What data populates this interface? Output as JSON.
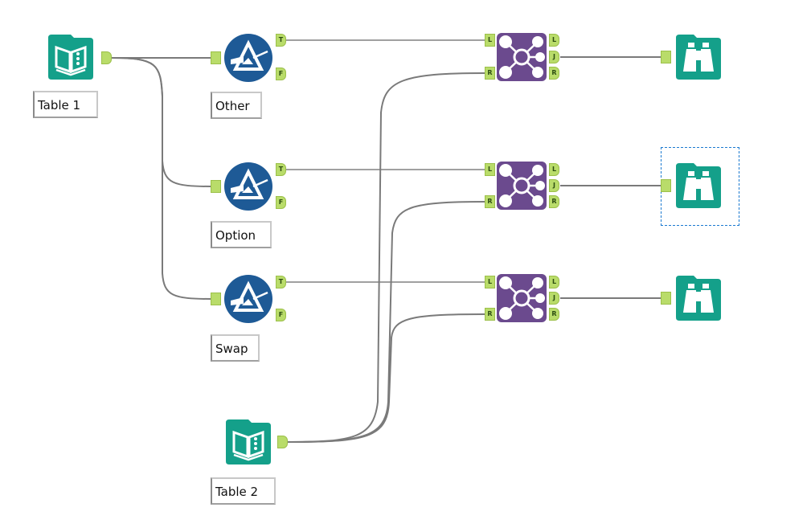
{
  "canvas": {
    "colors": {
      "io_tool": "#14a08a",
      "filter_tool": "#1e5a96",
      "join_tool": "#6b4a8e",
      "anchor": "#b9dc6a",
      "connection": "#7a7a7a",
      "selection": "#1c7ad0"
    },
    "tools": [
      {
        "id": "table1",
        "type": "input",
        "icon": "book-input-icon",
        "label": "Table 1"
      },
      {
        "id": "filter_other",
        "type": "filter",
        "icon": "filter-prism-icon",
        "label": "Other",
        "outputs": [
          "T",
          "F"
        ]
      },
      {
        "id": "filter_option",
        "type": "filter",
        "icon": "filter-prism-icon",
        "label": "Option",
        "outputs": [
          "T",
          "F"
        ]
      },
      {
        "id": "filter_swap",
        "type": "filter",
        "icon": "filter-prism-icon",
        "label": "Swap",
        "outputs": [
          "T",
          "F"
        ]
      },
      {
        "id": "table2",
        "type": "input",
        "icon": "book-input-icon",
        "label": "Table 2"
      },
      {
        "id": "join1",
        "type": "join",
        "icon": "join-hub-icon",
        "inputs": [
          "L",
          "R"
        ],
        "outputs": [
          "L",
          "J",
          "R"
        ]
      },
      {
        "id": "join2",
        "type": "join",
        "icon": "join-hub-icon",
        "inputs": [
          "L",
          "R"
        ],
        "outputs": [
          "L",
          "J",
          "R"
        ]
      },
      {
        "id": "join3",
        "type": "join",
        "icon": "join-hub-icon",
        "inputs": [
          "L",
          "R"
        ],
        "outputs": [
          "L",
          "J",
          "R"
        ]
      },
      {
        "id": "browse1",
        "type": "browse",
        "icon": "binoculars-icon"
      },
      {
        "id": "browse2",
        "type": "browse",
        "icon": "binoculars-icon",
        "selected": true
      },
      {
        "id": "browse3",
        "type": "browse",
        "icon": "binoculars-icon"
      }
    ],
    "anchor_labels": {
      "true": "T",
      "false": "F",
      "left": "L",
      "join": "J",
      "right": "R"
    },
    "connections": [
      {
        "from": "table1",
        "to": "filter_other"
      },
      {
        "from": "table1",
        "to": "filter_option"
      },
      {
        "from": "table1",
        "to": "filter_swap"
      },
      {
        "from": "filter_other.T",
        "to": "join1.L"
      },
      {
        "from": "filter_option.T",
        "to": "join2.L"
      },
      {
        "from": "filter_swap.T",
        "to": "join3.L"
      },
      {
        "from": "table2",
        "to": "join1.R"
      },
      {
        "from": "table2",
        "to": "join2.R"
      },
      {
        "from": "table2",
        "to": "join3.R"
      },
      {
        "from": "join1.J",
        "to": "browse1"
      },
      {
        "from": "join2.J",
        "to": "browse2"
      },
      {
        "from": "join3.J",
        "to": "browse3"
      }
    ]
  }
}
